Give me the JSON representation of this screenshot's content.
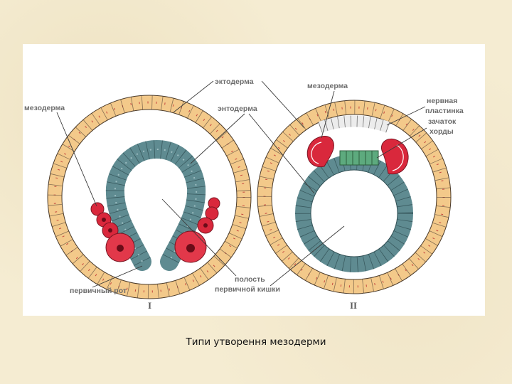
{
  "labels": {
    "left_ectoderm": "эктодерма",
    "left_mesoderm": "мезодерма",
    "inner_ectoderm": "энтодерма",
    "primary_mouth": "первичный рот",
    "roman_one": "I",
    "gut_cavity_line1": "полость",
    "gut_cavity_line2": "первичной кишки",
    "roman_two": "II",
    "right_mesoderm": "мезодерма",
    "neural_plate_line1": "нервная",
    "neural_plate_line2": "пластинка",
    "notochord_line1": "зачаток",
    "notochord_line2": "хорды"
  },
  "caption": "Типи утворення мезодерми",
  "colors": {
    "background": "#f5ecd2",
    "ectoderm": "#f3c98a",
    "endoderm": "#5f8b91",
    "mesoderm": "#d9283c",
    "chorda": "#5daa7e"
  }
}
